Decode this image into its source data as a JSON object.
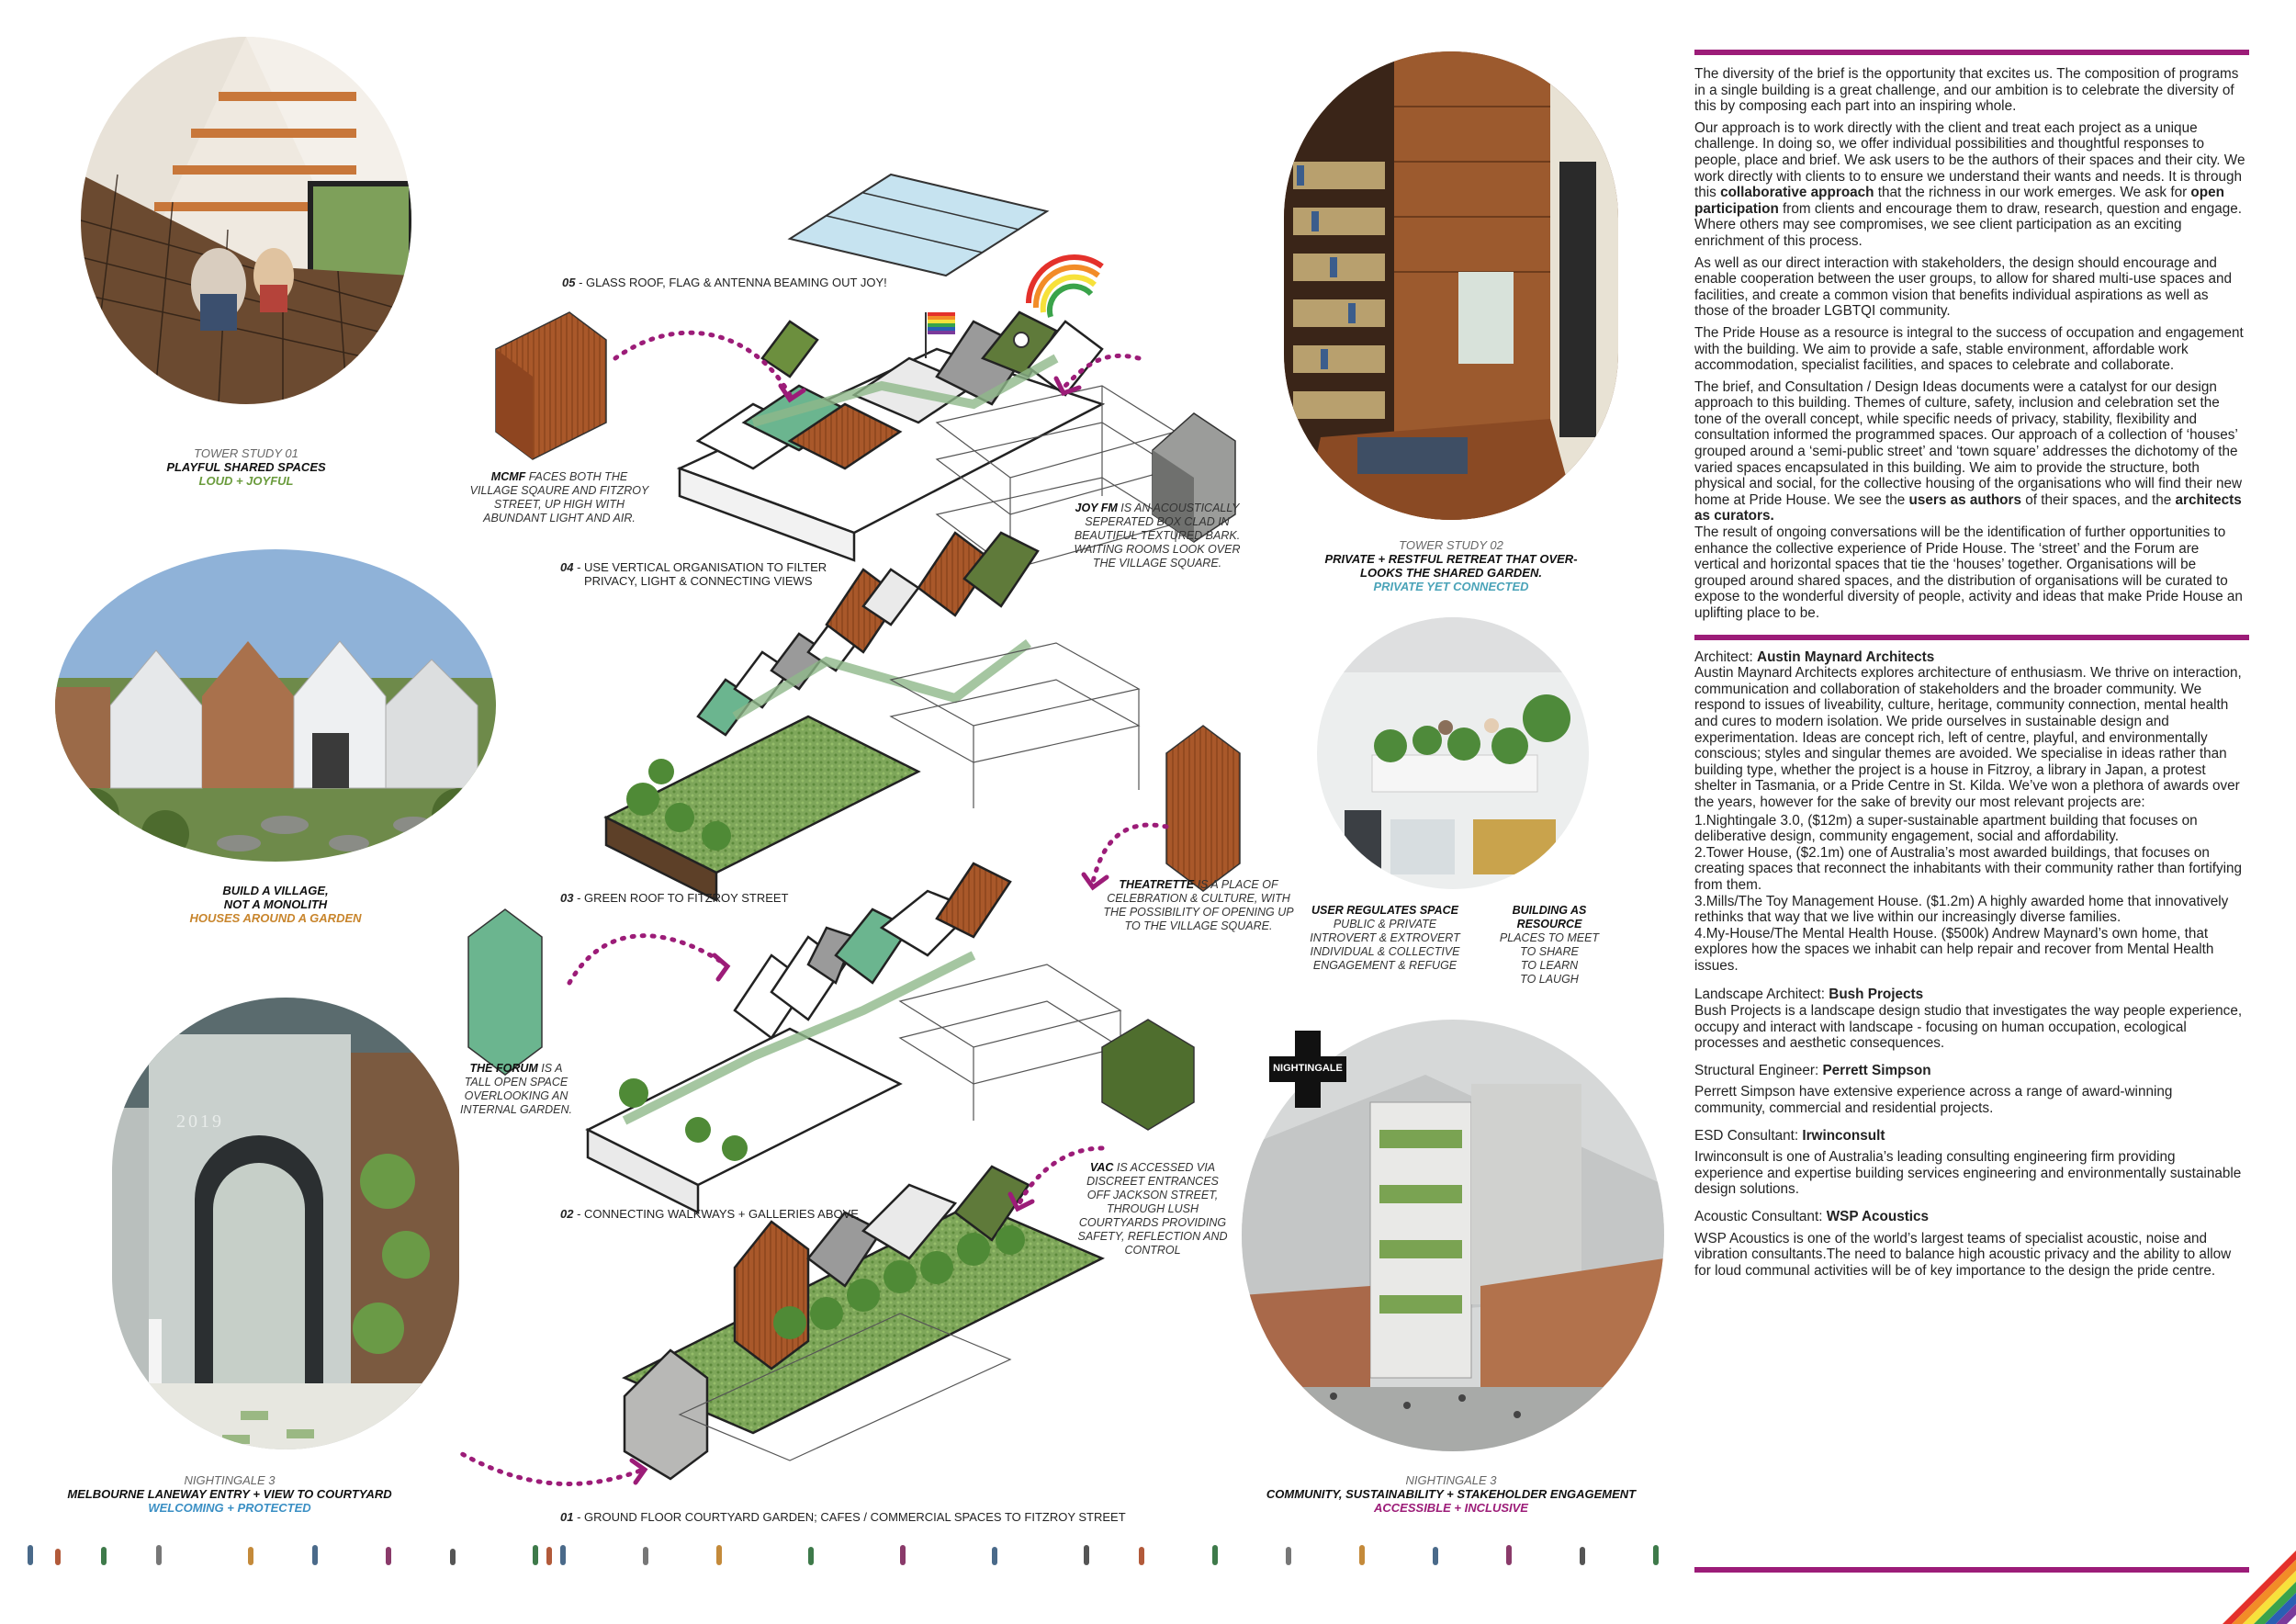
{
  "studies": {
    "s1": {
      "t1": "TOWER STUDY 01",
      "t2": "PLAYFUL SHARED SPACES",
      "t3": "LOUD + JOYFUL",
      "color": "#6a9b3c"
    },
    "s2": {
      "t2a": "BUILD A VILLAGE,",
      "t2b": "NOT A MONOLITH",
      "t3": "HOUSES AROUND A GARDEN",
      "color": "#c8852c"
    },
    "s3": {
      "t1": "NIGHTINGALE 3",
      "t2": "MELBOURNE LANEWAY ENTRY + VIEW TO COURTYARD",
      "t3": "WELCOMING + PROTECTED",
      "color": "#3a8fc4"
    },
    "s4": {
      "t1": "TOWER STUDY 02",
      "t2a": "PRIVATE + RESTFUL RETREAT THAT OVER-",
      "t2b": "LOOKS THE SHARED GARDEN.",
      "t3": "PRIVATE YET CONNECTED",
      "color": "#4aa3b8"
    },
    "s5": {
      "t1": "NIGHTINGALE 3",
      "t2": "COMMUNITY, SUSTAINABILITY + STAKEHOLDER ENGAGEMENT",
      "t3": "ACCESSIBLE + INCLUSIVE",
      "color": "#9c1c78"
    }
  },
  "user_regulates": {
    "title": "USER REGULATES SPACE",
    "l1": "PUBLIC & PRIVATE",
    "l2": "INTROVERT & EXTROVERT",
    "l3": "INDIVIDUAL & COLLECTIVE",
    "l4": "ENGAGEMENT & REFUGE"
  },
  "building_resource": {
    "title": "BUILDING AS RESOURCE",
    "l1": "PLACES TO MEET",
    "l2": "TO SHARE",
    "l3": "TO LEARN",
    "l4": "TO LAUGH"
  },
  "steps": {
    "s05": {
      "num": "05",
      "text": " - GLASS ROOF, FLAG & ANTENNA BEAMING OUT JOY!"
    },
    "s04": {
      "num": "04",
      "text": " - USE VERTICAL ORGANISATION TO FILTER",
      "text2": "PRIVACY, LIGHT & CONNECTING VIEWS"
    },
    "s03": {
      "num": "03",
      "text": " - GREEN ROOF TO FITZROY STREET"
    },
    "s02": {
      "num": "02",
      "text": " - CONNECTING WALKWAYS + GALLERIES ABOVE"
    },
    "s01": {
      "num": "01",
      "text": " - GROUND FLOOR COURTYARD GARDEN; CAFES / COMMERCIAL SPACES TO FITZROY STREET"
    }
  },
  "notes": {
    "mcmf": {
      "b": "MCMF",
      "l1": " FACES BOTH THE",
      "l2": "VILLAGE SQAURE AND FITZROY",
      "l3": "STREET,  UP HIGH WITH",
      "l4": "ABUNDANT LIGHT AND AIR."
    },
    "joy": {
      "b": "JOY FM",
      "l1": " IS AN ACOUSTICALLY",
      "l2": "SEPERATED BOX CLAD IN",
      "l3": "BEAUTIFUL TEXTURED BARK.",
      "l4": "WAITING ROOMS LOOK OVER",
      "l5": "THE VILLAGE SQUARE."
    },
    "theatrette": {
      "b": "THEATRETTE",
      "l1": " IS A PLACE OF",
      "l2": "CELEBRATION & CULTURE, WITH",
      "l3": "THE POSSIBILITY OF OPENING UP",
      "l4": "TO THE VILLAGE SQUARE."
    },
    "forum": {
      "b": "THE FORUM",
      "l1": " IS A",
      "l2": "TALL OPEN SPACE",
      "l3": "OVERLOOKING AN",
      "l4": "INTERNAL GARDEN."
    },
    "vac": {
      "b": "VAC",
      "l1": " IS ACCESSED VIA",
      "l2": "DISCREET ENTRANCES",
      "l3": "OFF JACKSON STREET,",
      "l4": "THROUGH LUSH",
      "l5": "COURTYARDS PROVIDING",
      "l6": "SAFETY, REFLECTION AND",
      "l7": "CONTROL"
    }
  },
  "nightingale_logo": "NIGHTINGALE",
  "photo_year": "2019",
  "accent": "#9c1c78",
  "text_column": {
    "p1": "The diversity of the brief is the opportunity that excites us. The composition of programs in a single building is a great challenge, and our ambition is to celebrate the diversity of this by composing each part into an inspiring whole.",
    "p2a": "Our approach is to work directly with the client and treat each project as a unique challenge. In doing so, we offer individual possibilities and thoughtful responses to people, place and brief. We ask users to be the authors of their spaces and their city. We work directly with clients to to ensure we understand their wants and needs. It is through this ",
    "p2b": "collaborative approach",
    "p2c": " that the richness in our work emerges. We ask for ",
    "p2d": "open participation",
    "p2e": " from clients and encourage them to draw, research, question and engage. Where others may see compromises, we see client participation as an exciting enrichment of this process.",
    "p3": "As well as our direct interaction with stakeholders, the design should encourage and enable cooperation between the user groups, to allow for shared multi-use spaces and facilities, and create a common vision that benefits individual aspirations as well as those of the broader LGBTQI community.",
    "p4": "The Pride House as a resource is integral to the success of occupation and engagement with the building. We aim to provide a safe, stable environment, affordable work accommodation, specialist facilities, and spaces to celebrate and collaborate.",
    "p5a": "The brief, and Consultation / Design Ideas documents were a catalyst for our design approach to this building. Themes of culture, safety, inclusion and celebration set the tone of the overall concept, while specific needs of privacy, stability, flexibility and consultation informed the programmed spaces. Our approach of a collection of ‘houses’ grouped around a ‘semi-public street’ and ‘town square’ addresses the dichotomy of the varied spaces encapsulated in this building. We aim to provide the structure, both physical and social, for the collective housing of the organisations who will find their new home at Pride House. We see the ",
    "p5b": "users as authors",
    "p5c": " of their spaces, and the ",
    "p5d": "architects as curators.",
    "p6": "The result of ongoing conversations will be the identification of further opportunities to enhance the collective experience of  Pride House. The ‘street’ and the Forum are vertical and horizontal spaces that tie the ‘houses’ together. Organisations will be grouped around shared spaces, and the distribution of organisations will be curated to expose to the wonderful diversity of people, activity and ideas that make Pride House an uplifting place to be.",
    "arch_label": "Architect: ",
    "arch_name": "Austin Maynard Architects",
    "arch_text": "Austin Maynard Architects explores architecture of enthusiasm. We thrive on interaction, communication and collaboration of stakeholders and the broader community. We respond to issues of liveability, culture, heritage, community connection, mental health and cures to modern isolation. We pride ourselves in sustainable design and experimentation. Ideas are concept rich, left of centre, playful, and environmentally conscious; styles and singular themes are avoided. We specialise in ideas rather than building type, whether the project is a house in Fitzroy, a library in Japan, a protest shelter in Tasmania, or a Pride Centre in St. Kilda. We’ve won a plethora of awards over the years, however for the sake of brevity our most relevant projects are:",
    "proj1": "1.Nightingale 3.0, ($12m) a super-sustainable apartment building that focuses on deliberative design, community engagement, social and affordability.",
    "proj2": "2.Tower House, ($2.1m) one of Australia’s most awarded buildings, that focuses on creating spaces that reconnect the inhabitants with their community rather than fortifying from them.",
    "proj3": "3.Mills/The Toy Management House. ($1.2m) A highly awarded home that innovatively rethinks that way that we live within our increasingly diverse families.",
    "proj4": "4.My-House/The Mental Health House. ($500k) Andrew Maynard’s own home, that explores how the spaces we inhabit can help repair and recover from Mental Health issues.",
    "land_label": "Landscape Architect: ",
    "land_name": "Bush Projects",
    "land_text": "Bush Projects is a landscape design studio that  investigates the way people experience, occupy and interact with landscape - focusing on human occupation, ecological processes and aesthetic consequences.",
    "struct_label": "Structural Engineer: ",
    "struct_name": "Perrett Simpson",
    "struct_text": "Perrett Simpson have extensive experience across a range of award-winning community, commercial and residential projects.",
    "esd_label": "ESD Consultant: ",
    "esd_name": "Irwinconsult",
    "esd_text": "Irwinconsult is one of Australia’s leading consulting engineering firm providing experience and expertise building services engineering and environmentally sustainable design solutions.",
    "ac_label": "Acoustic Consultant: ",
    "ac_name": "WSP Acoustics",
    "ac_text": "WSP Acoustics is one of the world’s largest teams of specialist acoustic, noise and vibration consultants.The need to balance high acoustic privacy and the ability to allow for loud communal activities will be of key importance to the design the pride centre."
  }
}
